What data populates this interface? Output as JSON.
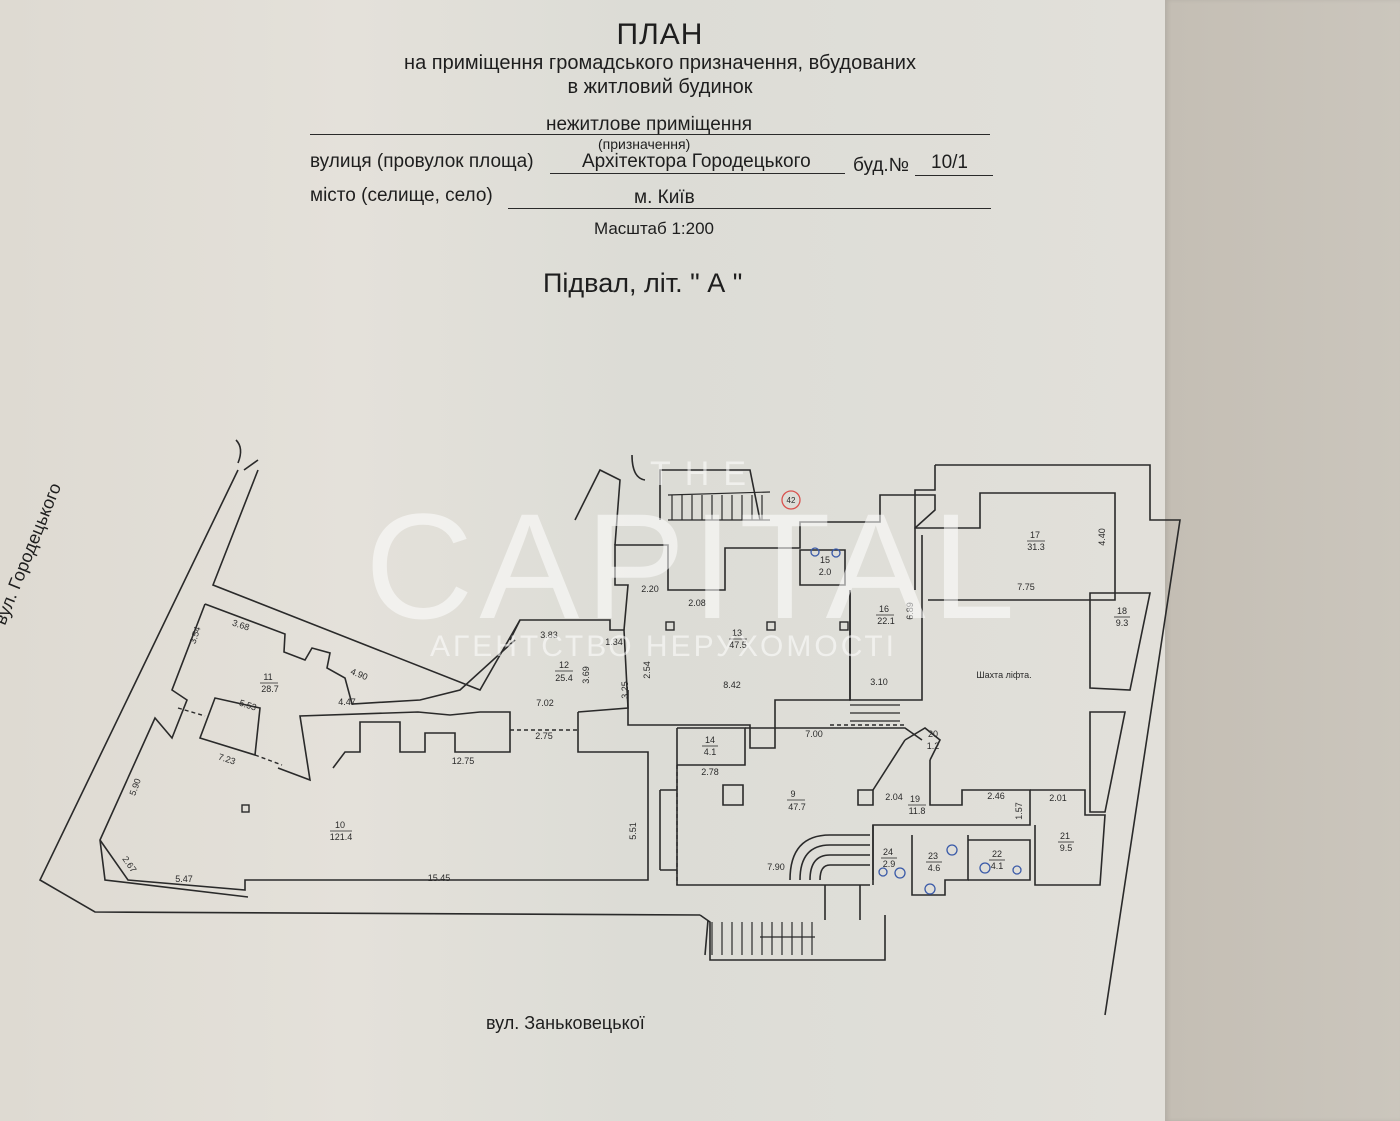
{
  "header": {
    "title": "ПЛАН",
    "subtitle_line1": "на приміщення громадського призначення, вбудованих",
    "subtitle_line2": "в житловий будинок",
    "purpose_value": "нежитлове приміщення",
    "purpose_caption": "(призначення)",
    "street_label": "вулиця (провулок площа)",
    "street_value": "Архітектора Городецького",
    "building_label": "буд.№",
    "building_value": "10/1",
    "city_label": "місто (селище, село)",
    "city_value": "м. Київ",
    "scale": "Масштаб 1:200",
    "level": "Підвал, літ. \" А \""
  },
  "streets": {
    "left": "вул. Городецького",
    "bottom": "вул. Заньковецької"
  },
  "watermark": {
    "top": "THE",
    "main": "CAPITAL",
    "sub": "АГЕНТСТВО НЕРУХОМОСТІ"
  },
  "marker": {
    "label": "42",
    "color": "#d9534f"
  },
  "rooms": [
    {
      "no": "9",
      "area": "47.7"
    },
    {
      "no": "10",
      "area": "121.4"
    },
    {
      "no": "11",
      "area": "28.7"
    },
    {
      "no": "12",
      "area": "25.4"
    },
    {
      "no": "13",
      "area": "47.5"
    },
    {
      "no": "14",
      "area": "4.1"
    },
    {
      "no": "15",
      "area": "2.0"
    },
    {
      "no": "16",
      "area": "22.1"
    },
    {
      "no": "17",
      "area": "31.3"
    },
    {
      "no": "18",
      "area": "9.3"
    },
    {
      "no": "19",
      "area": "11.8"
    },
    {
      "no": "20",
      "area": "1.2"
    },
    {
      "no": "21",
      "area": "9.5"
    },
    {
      "no": "22",
      "area": "4.1"
    },
    {
      "no": "23",
      "area": "4.6"
    },
    {
      "no": "24",
      "area": "2.9"
    }
  ],
  "dimensions": {
    "d_3_68": "3.68",
    "d_3_54": "3.54",
    "d_4_90": "4.90",
    "d_5_53": "5.53",
    "d_4_47": "4.47",
    "d_7_23": "7.23",
    "d_5_90": "5.90",
    "d_2_67": "2.67",
    "d_5_47": "5.47",
    "d_15_45": "15.45",
    "d_12_75": "12.75",
    "d_2_75": "2.75",
    "d_7_02": "7.02",
    "d_3_83": "3.83",
    "d_1_34": "1.34",
    "d_3_69": "3.69",
    "d_3_25": "3.25",
    "d_2_54": "2.54",
    "d_2_20": "2.20",
    "d_2_08": "2.08",
    "d_8_42": "8.42",
    "d_3_10": "3.10",
    "d_6_89": "6.89",
    "d_7_75": "7.75",
    "d_4_40": "4.40",
    "d_7_00": "7.00",
    "d_2_78": "2.78",
    "d_5_51": "5.51",
    "d_7_90": "7.90",
    "d_2_04": "2.04",
    "d_2_46": "2.46",
    "d_1_57": "1.57",
    "d_2_01": "2.01"
  },
  "notes": {
    "lift_shaft": "Шахта ліфта."
  }
}
